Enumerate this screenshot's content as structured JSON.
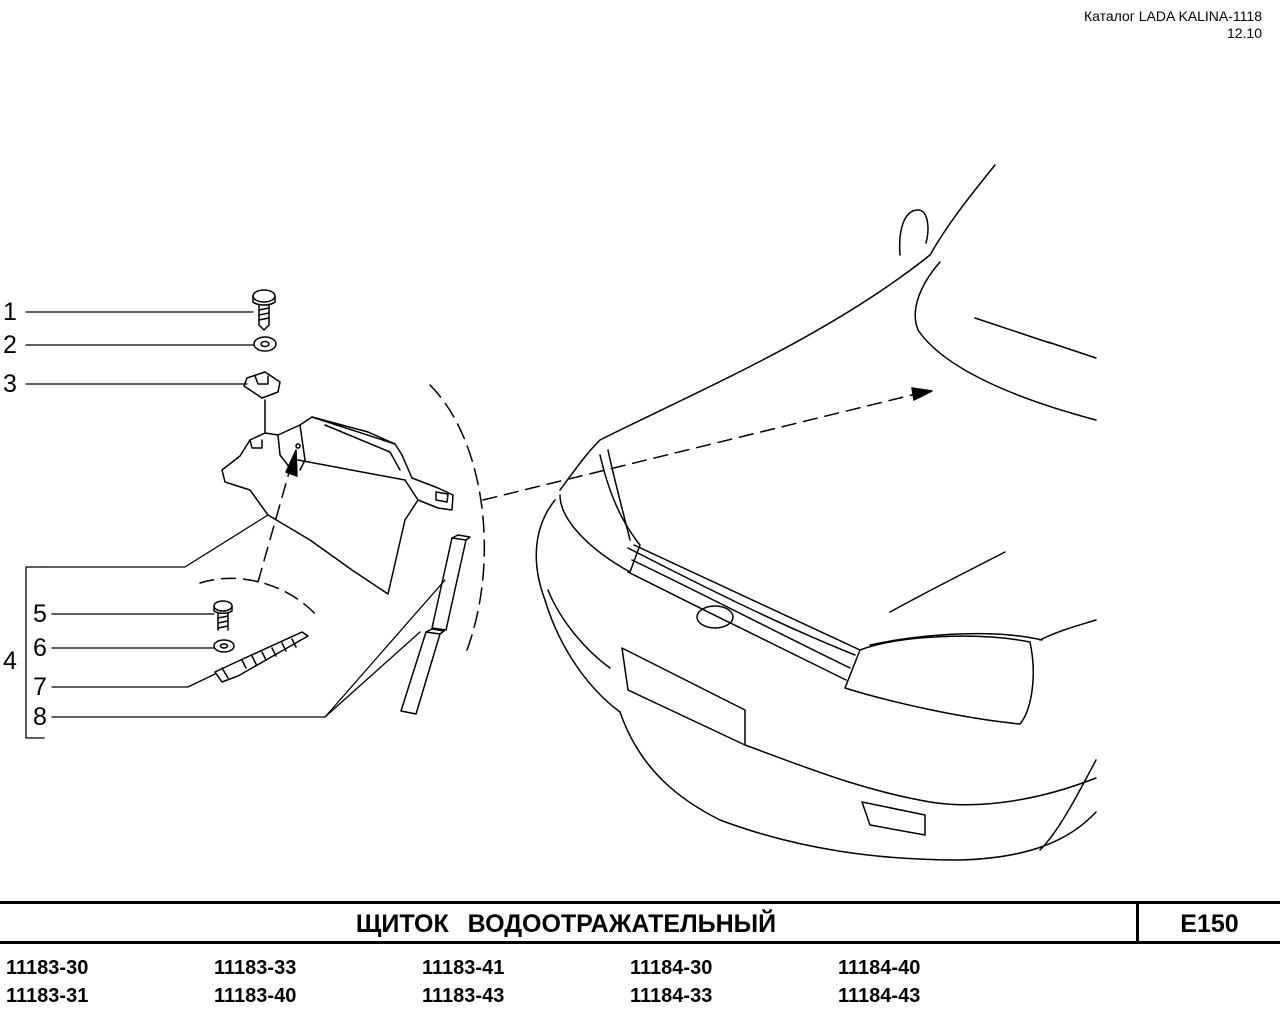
{
  "header": {
    "catalog": "Каталог LADA KALINA-1118",
    "date": "12.10"
  },
  "callouts": [
    "1",
    "2",
    "3",
    "4",
    "5",
    "6",
    "7",
    "8"
  ],
  "title": "ЩИТОК   ВОДООТРАЖАТЕЛЬНЫЙ",
  "code": "E150",
  "models": [
    "11183-30",
    "11183-33",
    "11183-41",
    "11184-30",
    "11184-40",
    "11183-31",
    "11183-40",
    "11183-43",
    "11184-33",
    "11184-43"
  ]
}
